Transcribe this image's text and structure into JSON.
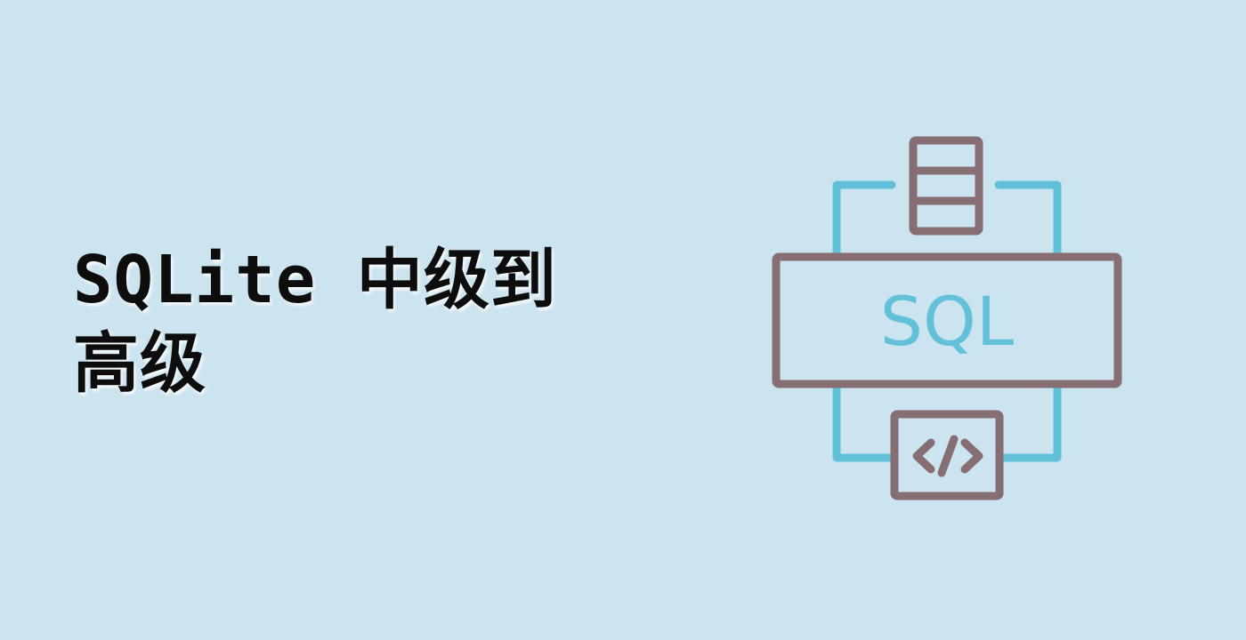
{
  "title": {
    "line1": "SQLite 中级到",
    "line2": "高级"
  },
  "illustration": {
    "label": "SQL",
    "icons": [
      "database-icon",
      "code-icon"
    ],
    "colors": {
      "background": "#cce3f0",
      "frame": "#866e73",
      "accent": "#62c0d8",
      "text": "#0d0d0d"
    }
  }
}
